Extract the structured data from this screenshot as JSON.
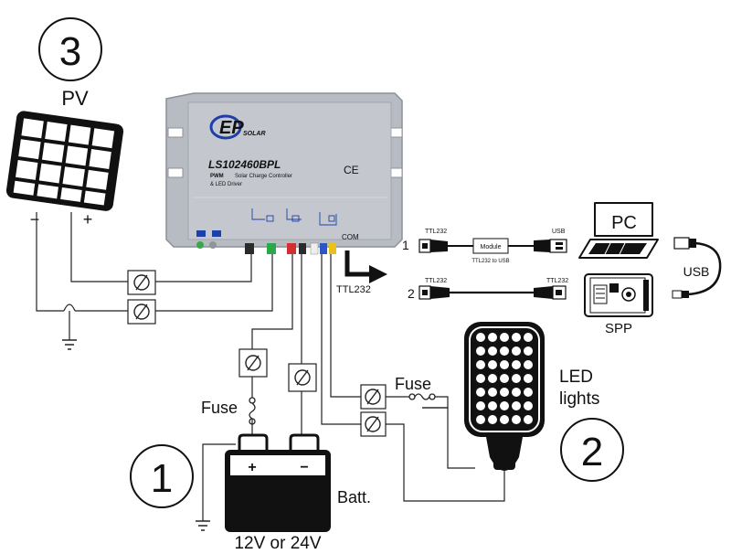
{
  "pv": {
    "step": "3",
    "label": "PV",
    "minus": "−",
    "plus": "+"
  },
  "controller": {
    "brand": "SOLAR",
    "model": "LS102460BPL",
    "desc_pwm": "PWM",
    "desc_line1": "Solar Charge Controller",
    "desc_line2": "& LED Driver",
    "ce": "CE",
    "com": "COM"
  },
  "com_arrow_label": "TTL232",
  "connections": [
    {
      "num": "1",
      "left": "TTL232",
      "module": "Module",
      "under": "TTL232 to USB",
      "right": "USB"
    },
    {
      "num": "2",
      "left": "TTL232",
      "right": "TTL232"
    }
  ],
  "pc_label": "PC",
  "usb_label": "USB",
  "spp_label": "SPP",
  "led": {
    "label1": "LED",
    "label2": "lights",
    "step": "2"
  },
  "battery": {
    "step": "1",
    "fuse": "Fuse",
    "plus": "+",
    "minus": "−",
    "label": "Batt.",
    "voltage": "12V or 24V"
  },
  "load_fuse": "Fuse",
  "colors": {
    "wire": "#222222",
    "controller": "#b7bcc3",
    "controller_edge": "#8c9198",
    "accent": "#1f3fa8"
  }
}
